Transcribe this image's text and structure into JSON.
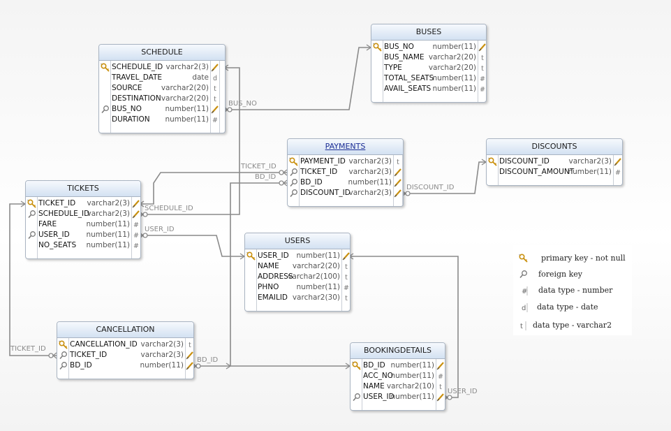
{
  "tables": [
    {
      "key": "schedule",
      "title": "SCHEDULE",
      "underline": false,
      "columns": [
        {
          "name": "SCHEDULE_ID",
          "type": "varchar2(3)",
          "icon": "pk",
          "tag": "fk"
        },
        {
          "name": "TRAVEL_DATE",
          "type": "date",
          "icon": "none",
          "tag": "d"
        },
        {
          "name": "SOURCE",
          "type": "varchar2(20)",
          "icon": "none",
          "tag": "t"
        },
        {
          "name": "DESTINATION",
          "type": "varchar2(20)",
          "icon": "none",
          "tag": "t"
        },
        {
          "name": "BUS_NO",
          "type": "number(11)",
          "icon": "fk",
          "tag": "fk"
        },
        {
          "name": "DURATION",
          "type": "number(11)",
          "icon": "none",
          "tag": "#"
        }
      ]
    },
    {
      "key": "buses",
      "title": "BUSES",
      "underline": false,
      "columns": [
        {
          "name": "BUS_NO",
          "type": "number(11)",
          "icon": "pk",
          "tag": "fk"
        },
        {
          "name": "BUS_NAME",
          "type": "varchar2(20)",
          "icon": "none",
          "tag": "t"
        },
        {
          "name": "TYPE",
          "type": "varchar2(20)",
          "icon": "none",
          "tag": "t"
        },
        {
          "name": "TOTAL_SEATS",
          "type": "number(11)",
          "icon": "none",
          "tag": "#"
        },
        {
          "name": "AVAIL_SEATS",
          "type": "number(11)",
          "icon": "none",
          "tag": "#"
        }
      ]
    },
    {
      "key": "payments",
      "title": "PAYMENTS",
      "underline": true,
      "columns": [
        {
          "name": "PAYMENT_ID",
          "type": "varchar2(3)",
          "icon": "pk",
          "tag": "t"
        },
        {
          "name": "TICKET_ID",
          "type": "varchar2(3)",
          "icon": "fk",
          "tag": "fk"
        },
        {
          "name": "BD_ID",
          "type": "number(11)",
          "icon": "fk",
          "tag": "fk"
        },
        {
          "name": "DISCOUNT_ID",
          "type": "varchar2(3)",
          "icon": "fk",
          "tag": "fk"
        }
      ]
    },
    {
      "key": "discounts",
      "title": "DISCOUNTS",
      "underline": false,
      "columns": [
        {
          "name": "DISCOUNT_ID",
          "type": "varchar2(3)",
          "icon": "pk",
          "tag": "fk"
        },
        {
          "name": "DISCOUNT_AMOUNT",
          "type": "number(11)",
          "icon": "none",
          "tag": "#"
        }
      ]
    },
    {
      "key": "tickets",
      "title": "TICKETS",
      "underline": false,
      "columns": [
        {
          "name": "TICKET_ID",
          "type": "varchar2(3)",
          "icon": "pk",
          "tag": "fk"
        },
        {
          "name": "SCHEDULE_ID",
          "type": "varchar2(3)",
          "icon": "fk",
          "tag": "fk"
        },
        {
          "name": "FARE",
          "type": "number(11)",
          "icon": "none",
          "tag": "#"
        },
        {
          "name": "USER_ID",
          "type": "number(11)",
          "icon": "fk",
          "tag": "#"
        },
        {
          "name": "NO_SEATS",
          "type": "number(11)",
          "icon": "none",
          "tag": "#"
        }
      ]
    },
    {
      "key": "users",
      "title": "USERS",
      "underline": false,
      "columns": [
        {
          "name": "USER_ID",
          "type": "number(11)",
          "icon": "pk",
          "tag": "fk"
        },
        {
          "name": "NAME",
          "type": "varchar2(20)",
          "icon": "none",
          "tag": "t"
        },
        {
          "name": "ADDRESS",
          "type": "varchar2(100)",
          "icon": "none",
          "tag": "t"
        },
        {
          "name": "PHNO",
          "type": "number(11)",
          "icon": "none",
          "tag": "#"
        },
        {
          "name": "EMAILID",
          "type": "varchar2(30)",
          "icon": "none",
          "tag": "t"
        }
      ]
    },
    {
      "key": "cancellation",
      "title": "CANCELLATION",
      "underline": false,
      "columns": [
        {
          "name": "CANCELLATION_ID",
          "type": "varchar2(3)",
          "icon": "pk",
          "tag": "t"
        },
        {
          "name": "TICKET_ID",
          "type": "varchar2(3)",
          "icon": "fk",
          "tag": "fk"
        },
        {
          "name": "BD_ID",
          "type": "number(11)",
          "icon": "fk",
          "tag": "fk"
        }
      ]
    },
    {
      "key": "bookingdetails",
      "title": "BOOKINGDETAILS",
      "underline": false,
      "columns": [
        {
          "name": "BD_ID",
          "type": "number(11)",
          "icon": "pk",
          "tag": "fk"
        },
        {
          "name": "ACC_NO",
          "type": "number(11)",
          "icon": "none",
          "tag": "#"
        },
        {
          "name": "NAME",
          "type": "varchar2(10)",
          "icon": "none",
          "tag": "t"
        },
        {
          "name": "USER_ID",
          "type": "number(11)",
          "icon": "fk",
          "tag": "fk"
        }
      ]
    }
  ],
  "relationship_labels": [
    "BUS_NO",
    "TICKET_ID",
    "BD_ID",
    "DISCOUNT_ID",
    "SCHEDULE_ID",
    "USER_ID",
    "TICKET_ID",
    "BD_ID",
    "USER_ID"
  ],
  "legend": [
    {
      "icon": "pk",
      "text": "primary key - not null"
    },
    {
      "icon": "fk",
      "text": "foreign key"
    },
    {
      "icon": "num",
      "text": "data type - number"
    },
    {
      "icon": "date",
      "text": "data type - date"
    },
    {
      "icon": "varchar",
      "text": "data type - varchar2"
    }
  ],
  "colors": {
    "connector": "#8a8a8a",
    "header_top": "#f6f9fd",
    "header_bottom": "#d3e1f2",
    "key_gold": "#d9a21b",
    "title_link": "#1d2f96"
  }
}
